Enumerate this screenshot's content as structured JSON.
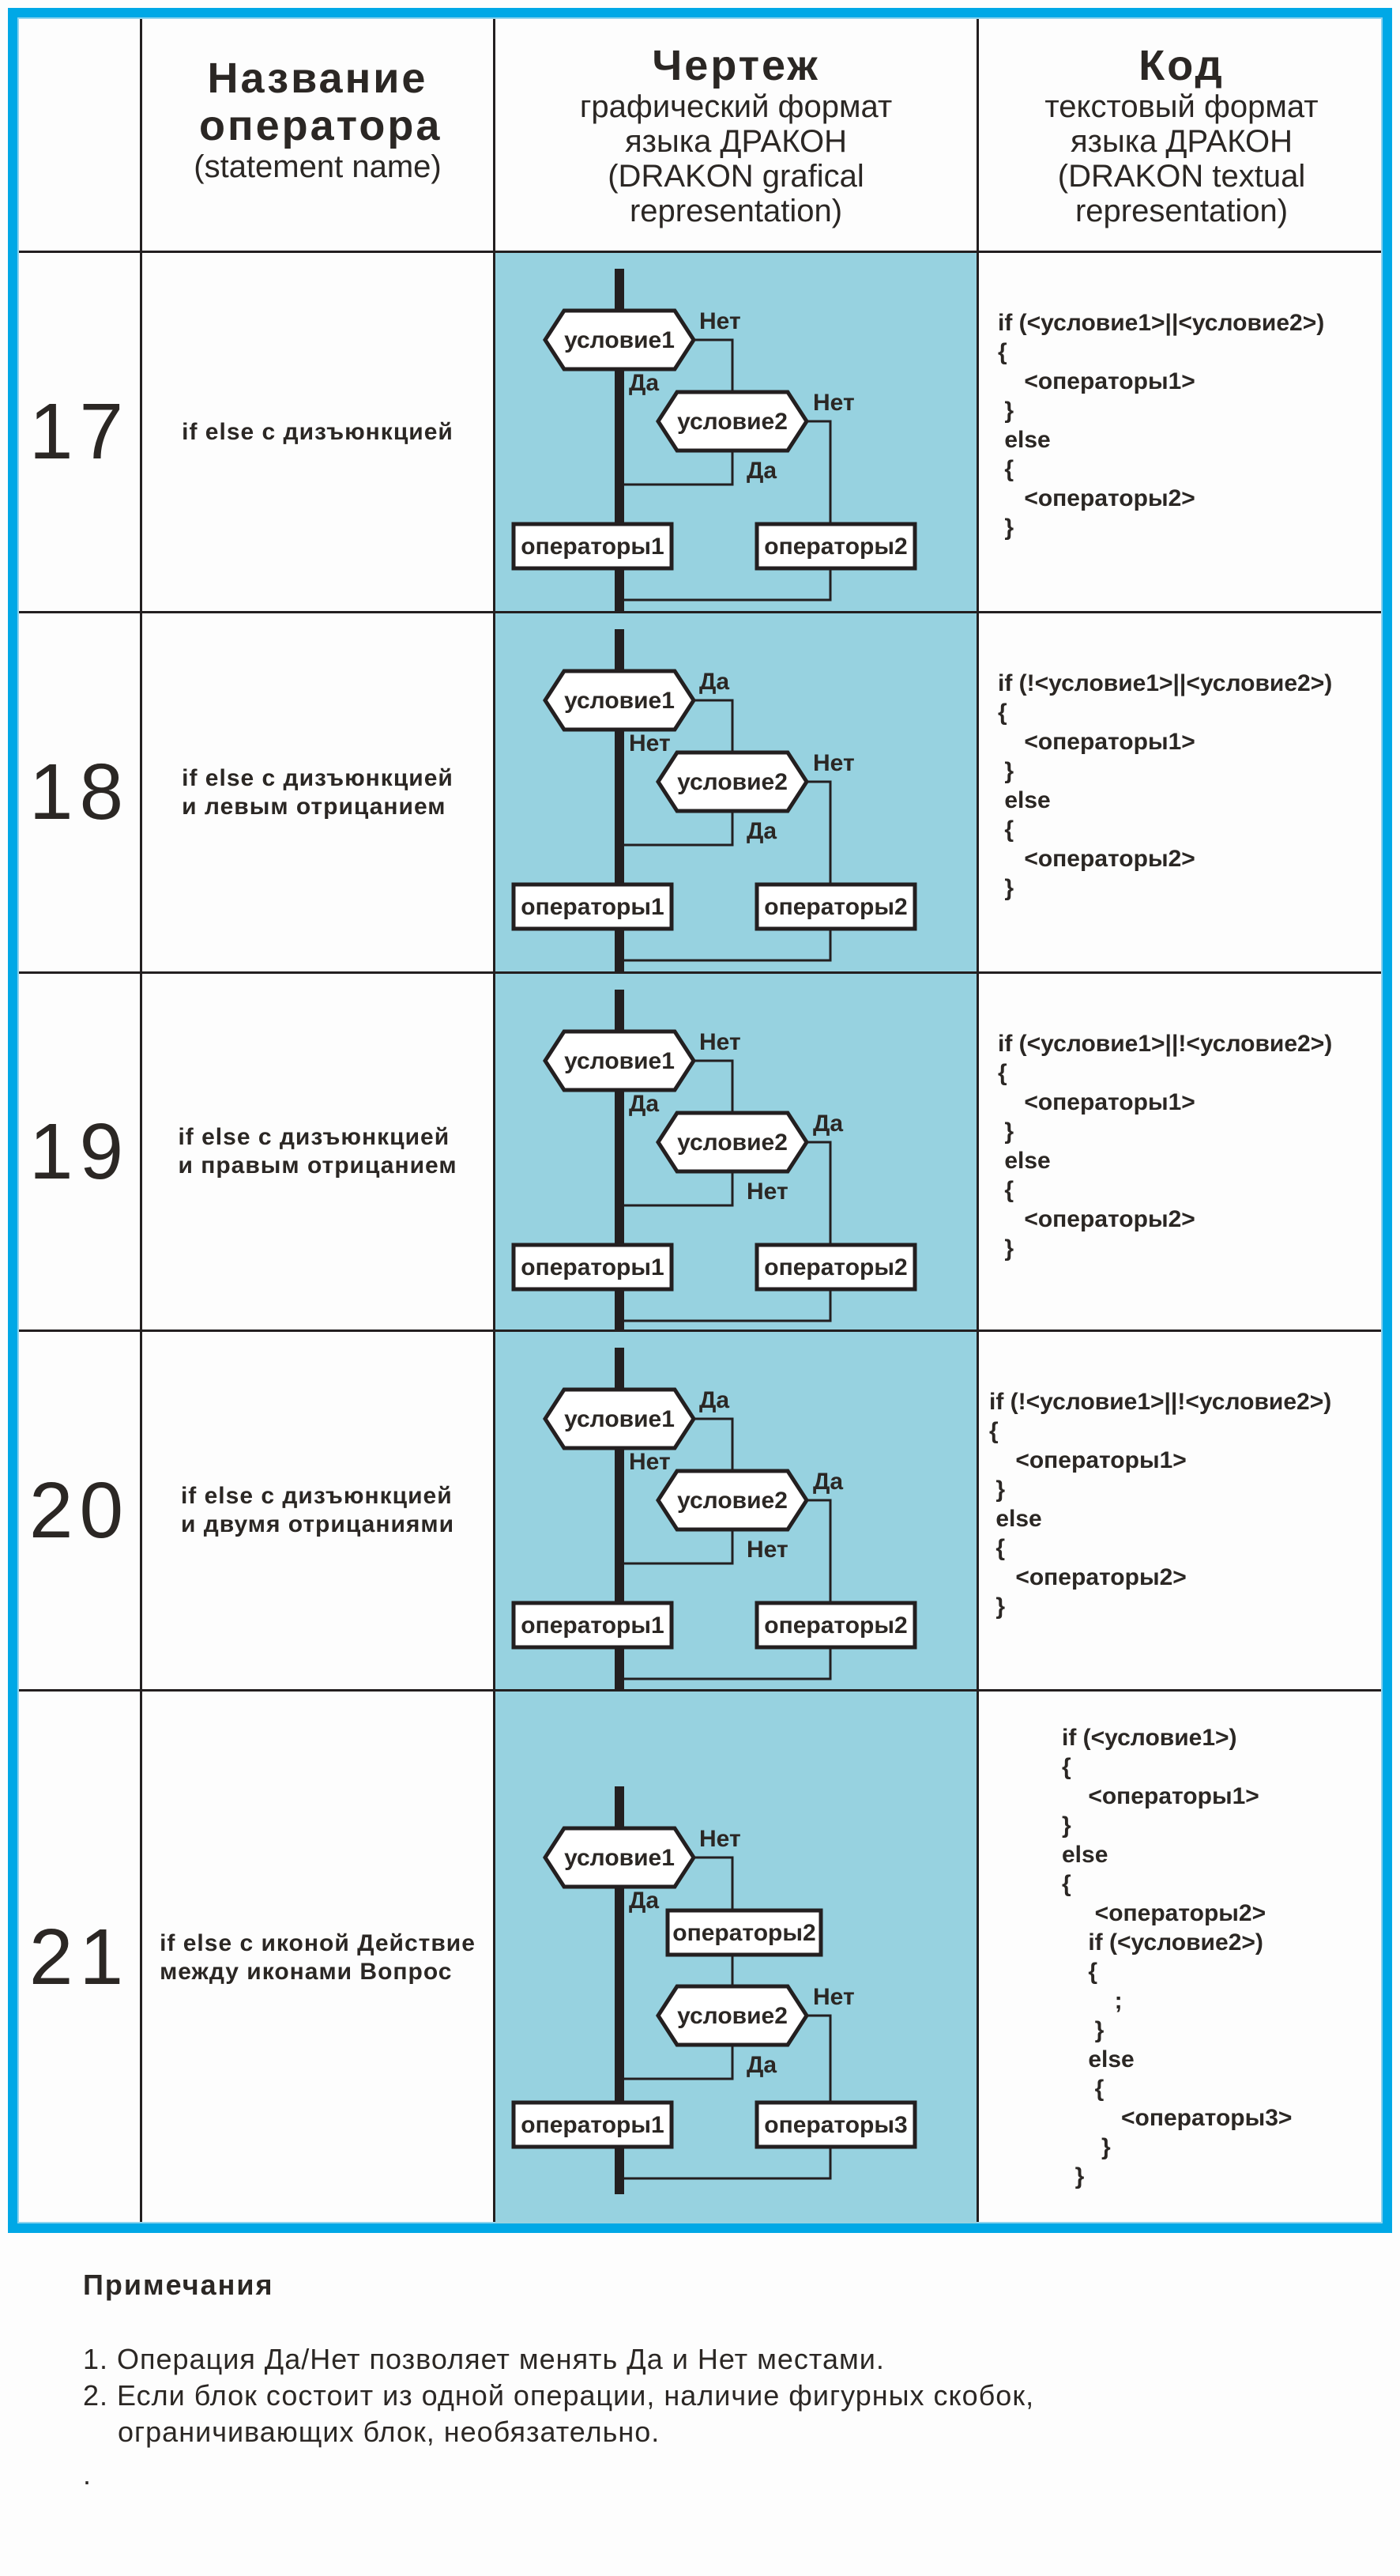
{
  "colors": {
    "frame": "#00a8e6",
    "drawing_background": "#97d2e0",
    "ink": "#231f20"
  },
  "header": {
    "col_name": {
      "title": "Название оператора",
      "subtitle": "(statement name)"
    },
    "col_drawing": {
      "title": "Чертеж",
      "subtitle_lines": [
        "графический формат",
        "языка ДРАКОН",
        "(DRAKON grafical",
        "representation)"
      ]
    },
    "col_code": {
      "title": "Код",
      "subtitle_lines": [
        "текстовый формат",
        "языка ДРАКОН",
        "(DRAKON textual",
        "representation)"
      ]
    }
  },
  "rows": [
    {
      "number": "17",
      "name": "if else с дизъюнкцией",
      "diagram": {
        "cond1": "условие1",
        "cond2": "условие2",
        "cond1_right": "Нет",
        "cond1_down": "Да",
        "cond2_right": "Нет",
        "cond2_down": "Да",
        "action_left": "операторы1",
        "action_right": "операторы2"
      },
      "code": "if (<условие1>||<условие2>)\n{\n    <операторы1>\n }\n else\n {\n    <операторы2>\n }"
    },
    {
      "number": "18",
      "name": "if else с дизъюнкцией\nи левым отрицанием",
      "diagram": {
        "cond1": "условие1",
        "cond2": "условие2",
        "cond1_right": "Да",
        "cond1_down": "Нет",
        "cond2_right": "Нет",
        "cond2_down": "Да",
        "action_left": "операторы1",
        "action_right": "операторы2"
      },
      "code": "if (!<условие1>||<условие2>)\n{\n    <операторы1>\n }\n else\n {\n    <операторы2>\n }"
    },
    {
      "number": "19",
      "name": "if else с дизъюнкцией\nи правым отрицанием",
      "diagram": {
        "cond1": "условие1",
        "cond2": "условие2",
        "cond1_right": "Нет",
        "cond1_down": "Да",
        "cond2_right": "Да",
        "cond2_down": "Нет",
        "action_left": "операторы1",
        "action_right": "операторы2"
      },
      "code": "if (<условие1>||!<условие2>)\n{\n    <операторы1>\n }\n else\n {\n    <операторы2>\n }"
    },
    {
      "number": "20",
      "name": "if else с дизъюнкцией\nи двумя отрицаниями",
      "diagram": {
        "cond1": "условие1",
        "cond2": "условие2",
        "cond1_right": "Да",
        "cond1_down": "Нет",
        "cond2_right": "Да",
        "cond2_down": "Нет",
        "action_left": "операторы1",
        "action_right": "операторы2"
      },
      "code": "if (!<условие1>||!<условие2>)\n{\n    <операторы1>\n }\n else\n {\n    <операторы2>\n }"
    },
    {
      "number": "21",
      "name": "if else с иконой Действие\nмежду иконами Вопрос",
      "diagram": {
        "cond1": "условие1",
        "cond2": "условие2",
        "cond1_right": "Нет",
        "cond1_down": "Да",
        "cond2_right": "Нет",
        "cond2_down": "Да",
        "action_middle": "операторы2",
        "action_left": "операторы1",
        "action_right": "операторы3"
      },
      "code": "if (<условие1>)\n{\n    <операторы1>\n}\nelse\n{\n     <операторы2>\n    if (<условие2>)\n    {\n        ;\n     }\n    else\n     {\n         <операторы3>\n      }\n  }"
    }
  ],
  "notes": {
    "title": "Примечания",
    "items": [
      "1. Операция Да/Нет позволяет менять Да и Нет местами.",
      "2. Если блок состоит из одной операции, наличие фигурных скобок,",
      "    ограничивающих блок, необязательно."
    ],
    "trailing": "."
  }
}
